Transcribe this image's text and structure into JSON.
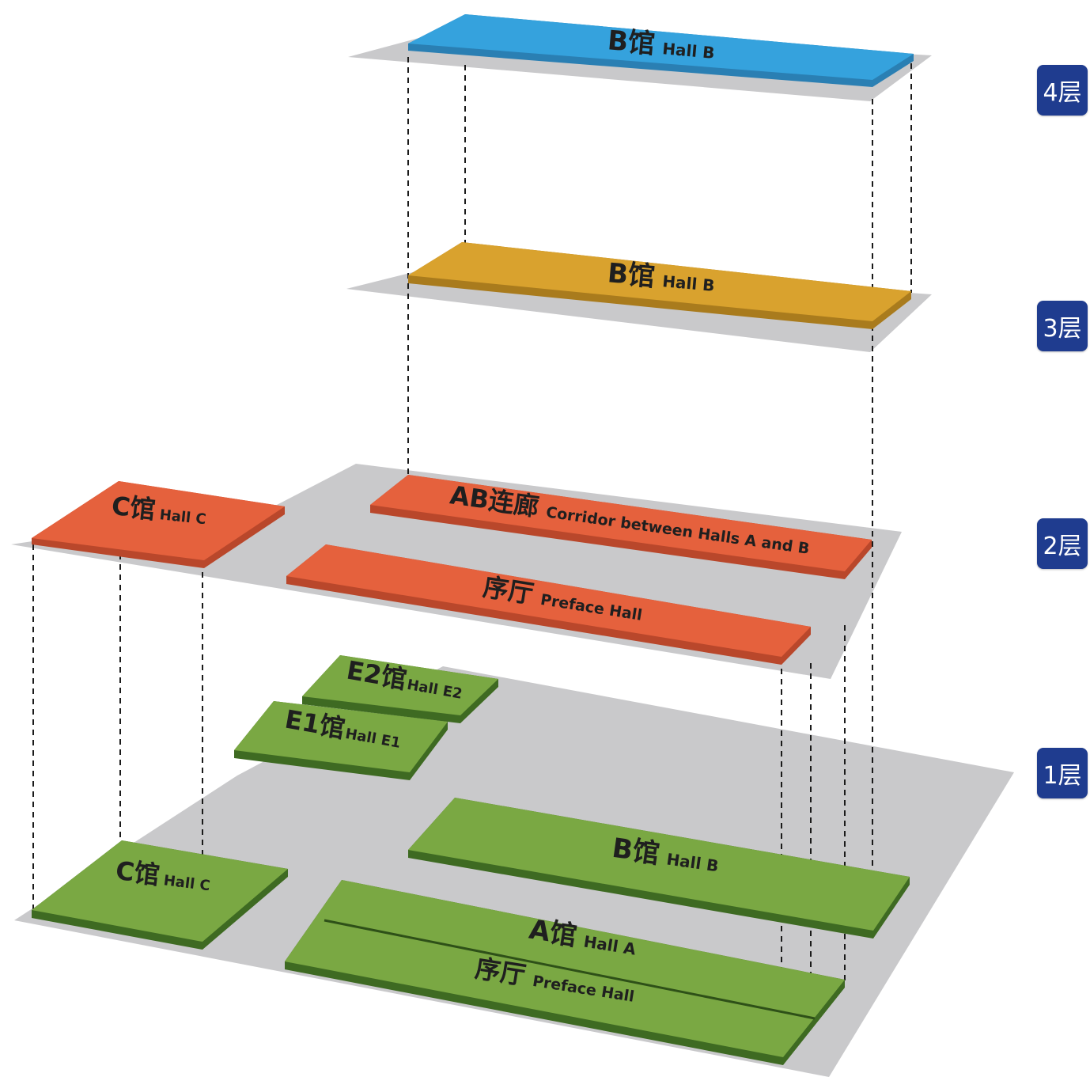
{
  "floors": [
    {
      "id": "f4",
      "badge": "4层",
      "color": "#35a2dd"
    },
    {
      "id": "f3",
      "badge": "3层",
      "color": "#d9a22e"
    },
    {
      "id": "f2",
      "badge": "2层",
      "color": "#e5613d"
    },
    {
      "id": "f1",
      "badge": "1层",
      "color": "#7aa843"
    }
  ],
  "halls": {
    "f4_hall_b": {
      "cn": "B馆",
      "en": "Hall B"
    },
    "f3_hall_b": {
      "cn": "B馆",
      "en": "Hall B"
    },
    "f2_hall_c": {
      "cn": "C馆",
      "en": "Hall C"
    },
    "f2_corridor": {
      "cn": "AB连廊",
      "en": "Corridor between Halls A and B"
    },
    "f2_preface": {
      "cn": "序厅",
      "en": "Preface Hall"
    },
    "f1_hall_e2": {
      "cn": "E2馆",
      "en": "Hall E2"
    },
    "f1_hall_e1": {
      "cn": "E1馆",
      "en": "Hall E1"
    },
    "f1_hall_c": {
      "cn": "C馆",
      "en": "Hall C"
    },
    "f1_hall_b": {
      "cn": "B馆",
      "en": "Hall B"
    },
    "f1_hall_a": {
      "cn": "A馆",
      "en": "Hall A"
    },
    "f1_preface": {
      "cn": "序厅",
      "en": "Preface Hall"
    }
  },
  "colors": {
    "plane": "#c9c9cb",
    "badge_bg": "#1f3c8f",
    "blue_top": "#35a2dd",
    "blue_side": "#2a7fb3",
    "gold_top": "#d9a22e",
    "gold_side": "#a97b1d",
    "red_top": "#e5613d",
    "red_side": "#b9472b",
    "green_top": "#7aa843",
    "green_side": "#3e6a22"
  }
}
